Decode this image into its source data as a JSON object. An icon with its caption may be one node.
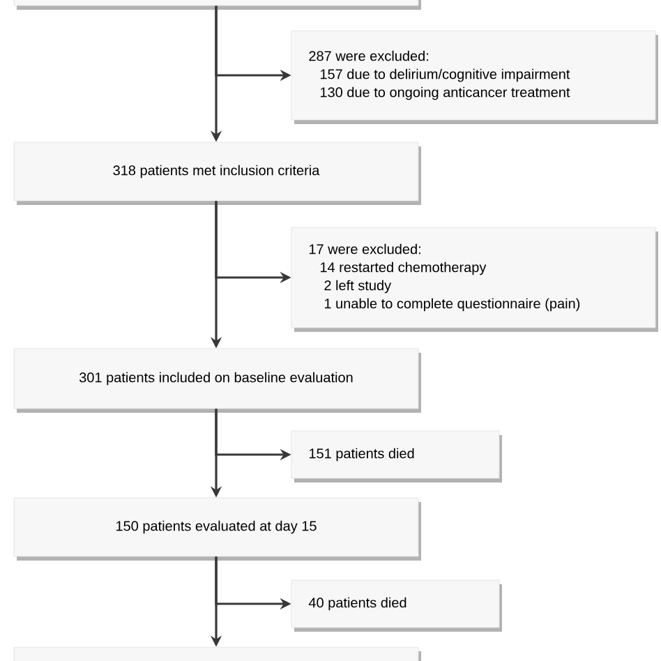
{
  "diagram": {
    "nodes": [
      {
        "text": [],
        "shape": "box"
      },
      {
        "text": [
          "287 were excluded:",
          "157 due to delirium/cognitive impairment",
          "130 due to ongoing anticancer treatment"
        ]
      },
      {
        "text": [
          "318 patients met inclusion criteria"
        ]
      },
      {
        "text": [
          "17 were excluded:",
          "14 restarted chemotherapy",
          "2 left study",
          "1 unable to complete questionnaire (pain)"
        ]
      },
      {
        "text": [
          "301 patients included on baseline evaluation"
        ]
      },
      {
        "text": [
          "151 patients died"
        ]
      },
      {
        "text": [
          "150 patients evaluated at day 15"
        ]
      },
      {
        "text": [
          "40 patients died"
        ]
      },
      {
        "text": [],
        "shape": "box"
      }
    ],
    "edges": [
      {
        "from": 0,
        "to": 2,
        "arrow": "to"
      },
      {
        "from": 0,
        "to": 1,
        "arrow": "to"
      },
      {
        "from": 2,
        "to": 4,
        "arrow": "to"
      },
      {
        "from": 2,
        "to": 3,
        "arrow": "to"
      },
      {
        "from": 4,
        "to": 6,
        "arrow": "to"
      },
      {
        "from": 4,
        "to": 5,
        "arrow": "to"
      },
      {
        "from": 6,
        "to": 8,
        "arrow": "to"
      },
      {
        "from": 6,
        "to": 7,
        "arrow": "to"
      }
    ]
  }
}
